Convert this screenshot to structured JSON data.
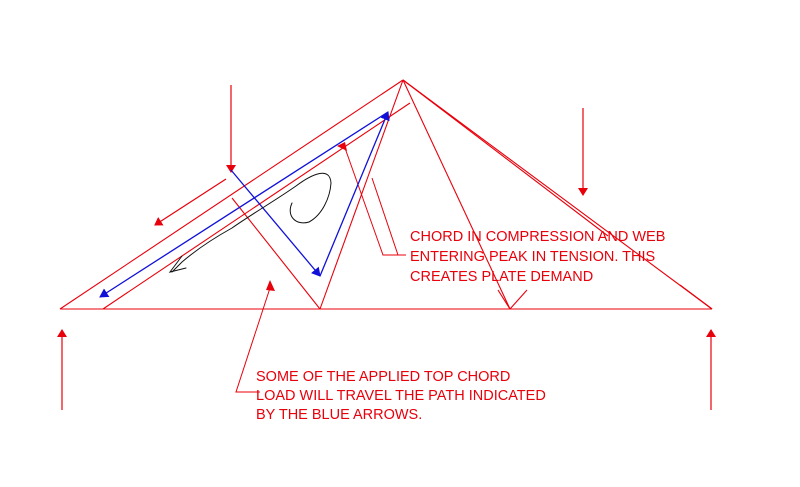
{
  "colors": {
    "truss": "#e8000b",
    "load_path": "#1010d8",
    "sketch": "#111111",
    "background": "#ffffff"
  },
  "notes": {
    "compression": {
      "line1": "CHORD IN COMPRESSION AND WEB",
      "line2": "ENTERING PEAK IN TENSION.  THIS",
      "line3": "CREATES PLATE DEMAND"
    },
    "load_path": {
      "line1": "SOME OF THE APPLIED TOP CHORD",
      "line2": "LOAD WILL TRAVEL THE PATH INDICATED",
      "line3": "BY THE BLUE ARROWS."
    }
  }
}
